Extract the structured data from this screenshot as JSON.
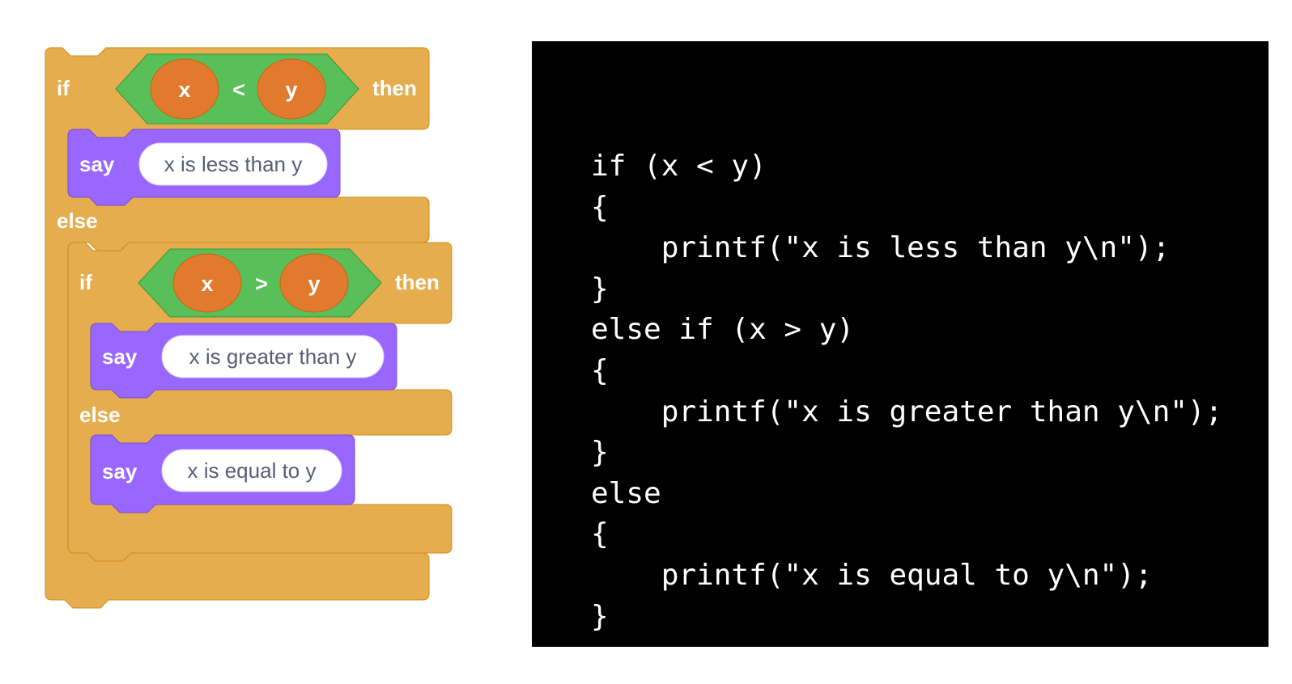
{
  "blocks": {
    "outer_if": {
      "keyword": "if",
      "condition": {
        "left": "x",
        "operator": "<",
        "right": "y"
      },
      "then": "then"
    },
    "say1": {
      "keyword": "say",
      "message": "x is less than y"
    },
    "outer_else": "else",
    "inner_if": {
      "keyword": "if",
      "condition": {
        "left": "x",
        "operator": ">",
        "right": "y"
      },
      "then": "then"
    },
    "say2": {
      "keyword": "say",
      "message": "x is greater than y"
    },
    "inner_else": "else",
    "say3": {
      "keyword": "say",
      "message": "x is equal to y"
    }
  },
  "code": {
    "lines": [
      "if (x < y)",
      "{",
      "    printf(\"x is less than y\\n\");",
      "}",
      "else if (x > y)",
      "{",
      "    printf(\"x is greater than y\\n\");",
      "}",
      "else",
      "{",
      "    printf(\"x is equal to y\\n\");",
      "}"
    ]
  },
  "colors": {
    "control": "#e6ad4f",
    "control_border": "#cf8b17",
    "looks": "#9966ff",
    "looks_border": "#774dcb",
    "operator": "#59c059",
    "operator_border": "#389438",
    "variable": "#ff8c1a",
    "code_background": "#000000",
    "code_text": "#ffffff"
  }
}
